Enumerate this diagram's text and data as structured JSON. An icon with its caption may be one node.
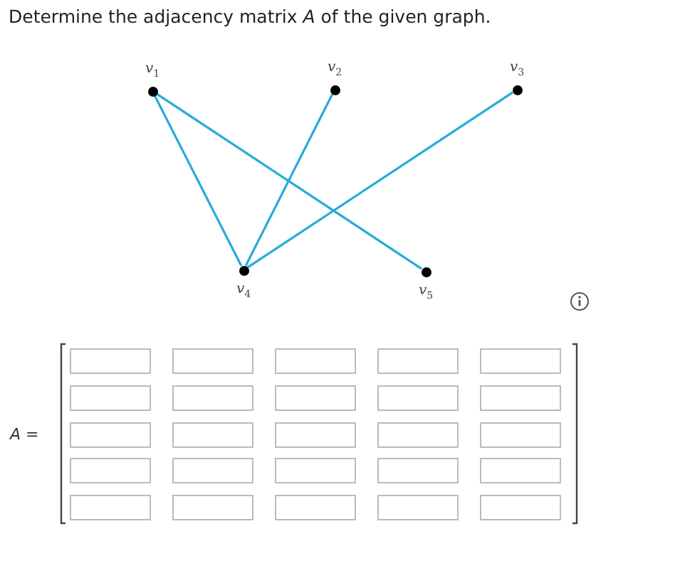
{
  "diagram": {
    "title": "Determine the adjacency matrix *A* of the given graph.",
    "nodes": [
      {
        "text": [],
        "shape": "circle",
        "beside": [
          "*v*$_{1}$"
        ]
      },
      {
        "text": [],
        "shape": "circle",
        "beside": [
          "*v*$_{2}$"
        ]
      },
      {
        "text": [],
        "shape": "circle",
        "beside": [
          "*v*$_{3}$"
        ]
      },
      {
        "text": [],
        "shape": "circle",
        "beside": [
          "*v*$_{4}$"
        ]
      },
      {
        "text": [],
        "shape": "circle",
        "beside": [
          "*v*$_{5}$"
        ]
      }
    ],
    "edges": [
      {
        "from": 0,
        "to": 3,
        "arrow": "none"
      },
      {
        "from": 0,
        "to": 4,
        "arrow": "none"
      },
      {
        "from": 1,
        "to": 3,
        "arrow": "none"
      },
      {
        "from": 2,
        "to": 3,
        "arrow": "none"
      }
    ],
    "labels": [
      "*A* ="
    ]
  }
}
